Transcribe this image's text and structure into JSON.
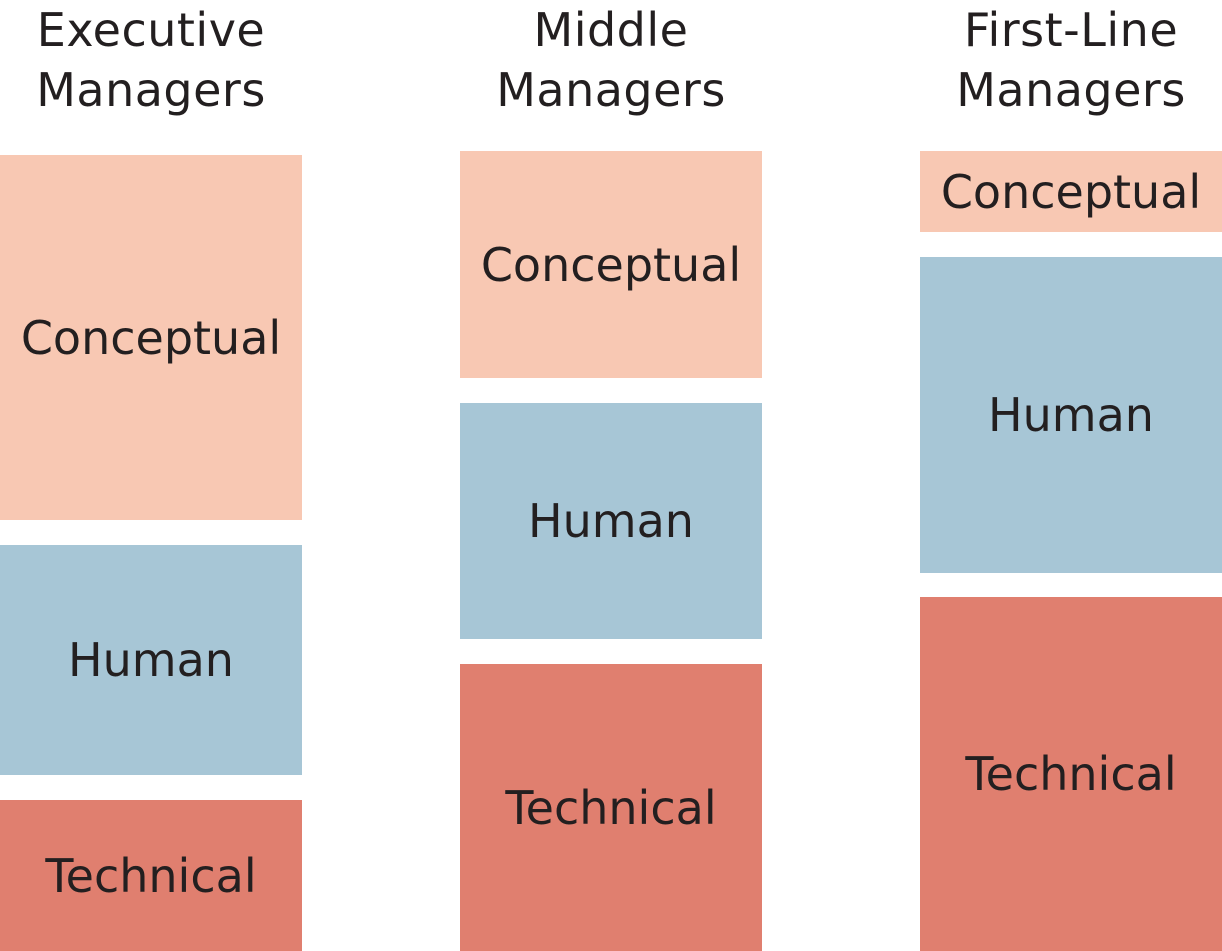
{
  "columns": [
    {
      "title_line1": "Executive",
      "title_line2": "Managers",
      "blocks": {
        "conceptual": "Conceptual",
        "human": "Human",
        "technical": "Technical"
      }
    },
    {
      "title_line1": "Middle",
      "title_line2": "Managers",
      "blocks": {
        "conceptual": "Conceptual",
        "human": "Human",
        "technical": "Technical"
      }
    },
    {
      "title_line1": "First-Line",
      "title_line2": "Managers",
      "blocks": {
        "conceptual": "Conceptual",
        "human": "Human",
        "technical": "Technical"
      }
    }
  ],
  "colors": {
    "conceptual": "#f8c8b3",
    "human": "#a7c6d6",
    "technical": "#e07f6f",
    "text": "#231f20"
  }
}
